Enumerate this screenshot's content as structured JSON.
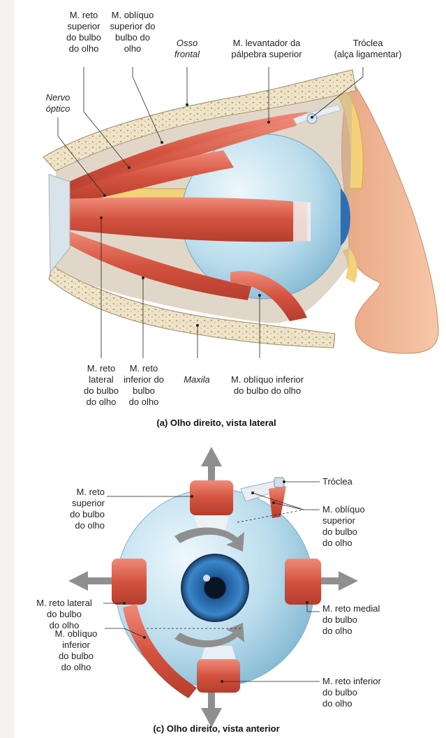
{
  "lateral": {
    "labels": {
      "reto_superior": [
        "M. reto",
        "superior",
        "do bulbo",
        "do olho"
      ],
      "obliquo_superior": [
        "M. oblíquo",
        "superior do",
        "bulbo do",
        "olho"
      ],
      "osso_frontal": [
        "Osso",
        "frontal"
      ],
      "levantador": [
        "M. levantador da",
        "pálpebra superior"
      ],
      "troclea": [
        "Tróclea",
        "(alça ligamentar)"
      ],
      "nervo_optico": [
        "Nervo",
        "óptico"
      ],
      "reto_lateral": [
        "M. reto",
        "lateral",
        "do bulbo",
        "do olho"
      ],
      "reto_inferior": [
        "M. reto",
        "inferior do",
        "bulbo",
        "do olho"
      ],
      "maxila": [
        "Maxila"
      ],
      "obliquo_inferior": [
        "M. oblíquo inferior",
        "do bulbo do olho"
      ]
    },
    "caption": "(a) Olho direito, vista lateral"
  },
  "anterior": {
    "labels": {
      "troclea": [
        "Tróclea"
      ],
      "reto_superior": [
        "M. reto",
        "superior",
        "do bulbo",
        "do olho"
      ],
      "obliquo_superior": [
        "M. oblíquo",
        "superior",
        "do bulbo",
        "do olho"
      ],
      "reto_lateral": [
        "M. reto lateral",
        "do bulbo",
        "do olho"
      ],
      "reto_medial": [
        "M. reto medial",
        "do bulbo",
        "do olho"
      ],
      "obliquo_inferior": [
        "M. oblíquo",
        "inferior",
        "do bulbo",
        "do olho"
      ],
      "reto_inferior": [
        "M. reto inferior",
        "do bulbo",
        "do olho"
      ]
    },
    "caption": "(c) Olho direito, vista anterior"
  },
  "colors": {
    "muscle": "#d9594a",
    "muscle_light": "#ef8c7c",
    "eyeball": "#b9dcec",
    "iris": "#2d6fb3",
    "bone": "#efe4c8",
    "nerve": "#f2d27a",
    "skin": "#f1b898",
    "arrow": "#8f8f8f"
  }
}
